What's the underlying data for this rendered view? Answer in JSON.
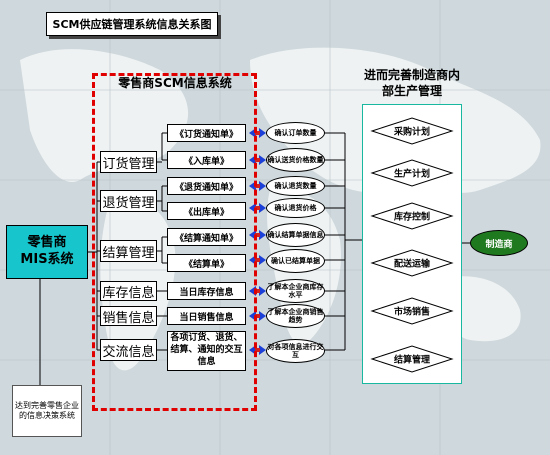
{
  "title": "SCM供应链管理系统信息关系图",
  "retailer_scm_title": "零售商SCM信息系统",
  "mis_line1": "零售商",
  "mis_line2": "MIS系统",
  "modules": [
    {
      "label": "订货管理",
      "subs": [
        "《订货通知单》",
        "《入库单》"
      ]
    },
    {
      "label": "退货管理",
      "subs": [
        "《退货通知单》",
        "《出库单》"
      ]
    },
    {
      "label": "结算管理",
      "subs": [
        "《结算通知单》",
        "《结算单》"
      ]
    },
    {
      "label": "库存信息",
      "subs": [
        "当日库存信息"
      ]
    },
    {
      "label": "销售信息",
      "subs": [
        "当日销售信息"
      ]
    },
    {
      "label": "交流信息",
      "subs": [
        "各项订货、退货、结算、通知的交互信息"
      ]
    }
  ],
  "ovals": [
    "确认订单数量",
    "确认送货价格数量",
    "确认退货数量",
    "确认退货价格",
    "确认结算单据信息",
    "确认已结算单据",
    "了解本企业商库存水平",
    "了解本企业商销售趋势",
    "对各项信息进行交互"
  ],
  "right_title": "进而完善制造商内部生产管理",
  "right_steps": [
    "采购计划",
    "生产计划",
    "库存控制",
    "配送运输",
    "市场销售",
    "结算管理"
  ],
  "manufacturer": "制造商",
  "note": "达到完善零售企业的信息决策系统"
}
